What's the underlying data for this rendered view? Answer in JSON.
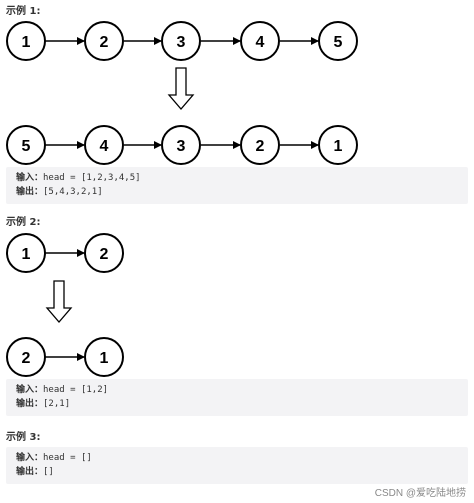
{
  "examples": [
    {
      "heading": "示例 1:",
      "before": [
        "1",
        "2",
        "3",
        "4",
        "5"
      ],
      "after": [
        "5",
        "4",
        "3",
        "2",
        "1"
      ],
      "input_label": "输入：",
      "input_value": "head = [1,2,3,4,5]",
      "output_label": "输出：",
      "output_value": "[5,4,3,2,1]"
    },
    {
      "heading": "示例 2:",
      "before": [
        "1",
        "2"
      ],
      "after": [
        "2",
        "1"
      ],
      "input_label": "输入：",
      "input_value": "head = [1,2]",
      "output_label": "输出：",
      "output_value": "[2,1]"
    },
    {
      "heading": "示例 3:",
      "input_label": "输入：",
      "input_value": "head = []",
      "output_label": "输出：",
      "output_value": "[]"
    }
  ],
  "watermark": "CSDN @爱吃陆地捞"
}
